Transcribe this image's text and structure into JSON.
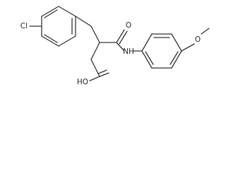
{
  "molecule": {
    "atoms": {
      "cl": "Cl",
      "o_amide": "O",
      "nh": "NH",
      "o_ether": "O",
      "ho": "HO"
    }
  }
}
